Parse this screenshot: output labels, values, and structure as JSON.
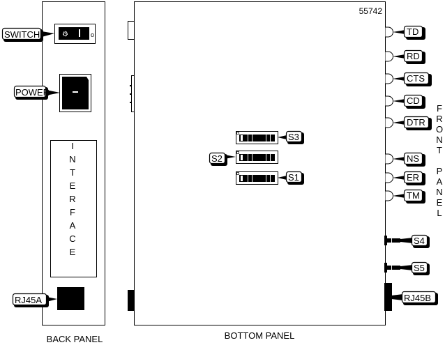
{
  "diagram_id": "55742",
  "back_panel": {
    "caption": "BACK PANEL",
    "interface_letters": [
      "I",
      "N",
      "T",
      "E",
      "R",
      "F",
      "A",
      "C",
      "E"
    ],
    "labels": {
      "switch": "SWITCH",
      "power": "POWER",
      "rj45a": "RJ45A"
    }
  },
  "bottom_panel": {
    "caption": "BOTTOM PANEL",
    "dip_switches": {
      "s3": "S3",
      "s2": "S2",
      "s1": "S1"
    }
  },
  "front_panel": {
    "caption_letters_1": [
      "F",
      "R",
      "O",
      "N",
      "T"
    ],
    "caption_letters_2": [
      "P",
      "A",
      "N",
      "E",
      "L"
    ],
    "leds": [
      "TD",
      "RD",
      "CTS",
      "CD",
      "DTR",
      "NS",
      "ER",
      "TM"
    ],
    "switches": {
      "s4": "S4",
      "s5": "S5"
    },
    "rj45b": "RJ45B"
  }
}
